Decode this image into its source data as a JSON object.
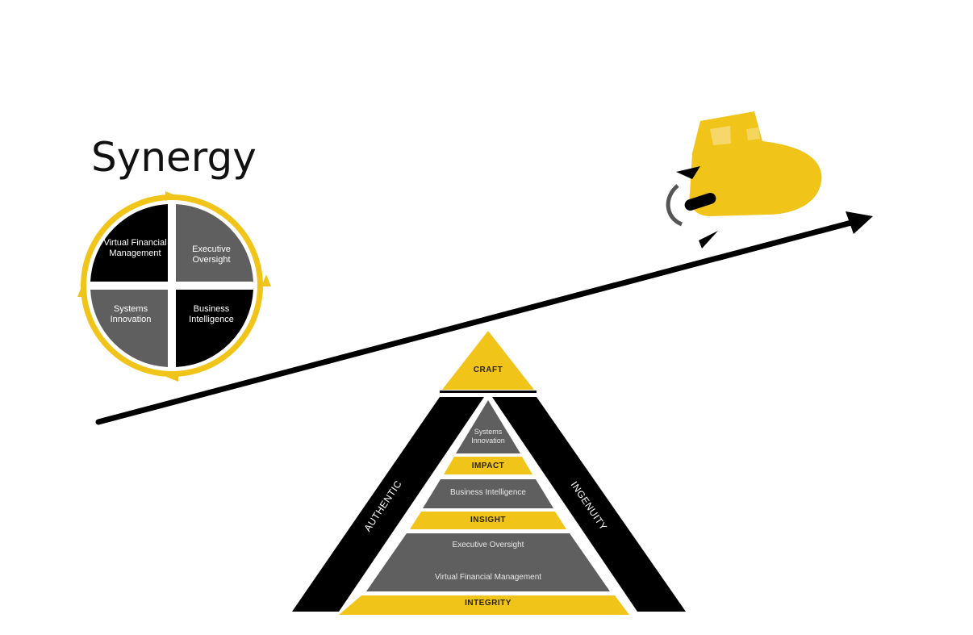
{
  "title": "Synergy",
  "colors": {
    "accent_yellow": "#F0C419",
    "dark": "#000000",
    "gray": "#5F5F5F",
    "white": "#FFFFFF"
  },
  "synergy_wheel": {
    "quadrants": [
      {
        "position": "top-left",
        "label": "Virtual Financial Management",
        "fill": "#000000"
      },
      {
        "position": "top-right",
        "label": "Executive Oversight",
        "fill": "#5F5F5F"
      },
      {
        "position": "bottom-left",
        "label": "Systems Innovation",
        "fill": "#5F5F5F"
      },
      {
        "position": "bottom-right",
        "label": "Business Intelligence",
        "fill": "#000000"
      }
    ]
  },
  "growth_arrow": {
    "direction": "up-right",
    "icon": "rocket-boot-icon"
  },
  "pyramid": {
    "apex": "CRAFT",
    "tiers": [
      {
        "label": "Systems Innovation",
        "band": "IMPACT"
      },
      {
        "label": "Business Intelligence",
        "band": "INSIGHT"
      },
      {
        "label": "Executive Oversight",
        "label2": "Virtual Financial Management",
        "band": "INTEGRITY"
      }
    ],
    "left_side": "AUTHENTIC",
    "right_side": "INGENUITY"
  }
}
